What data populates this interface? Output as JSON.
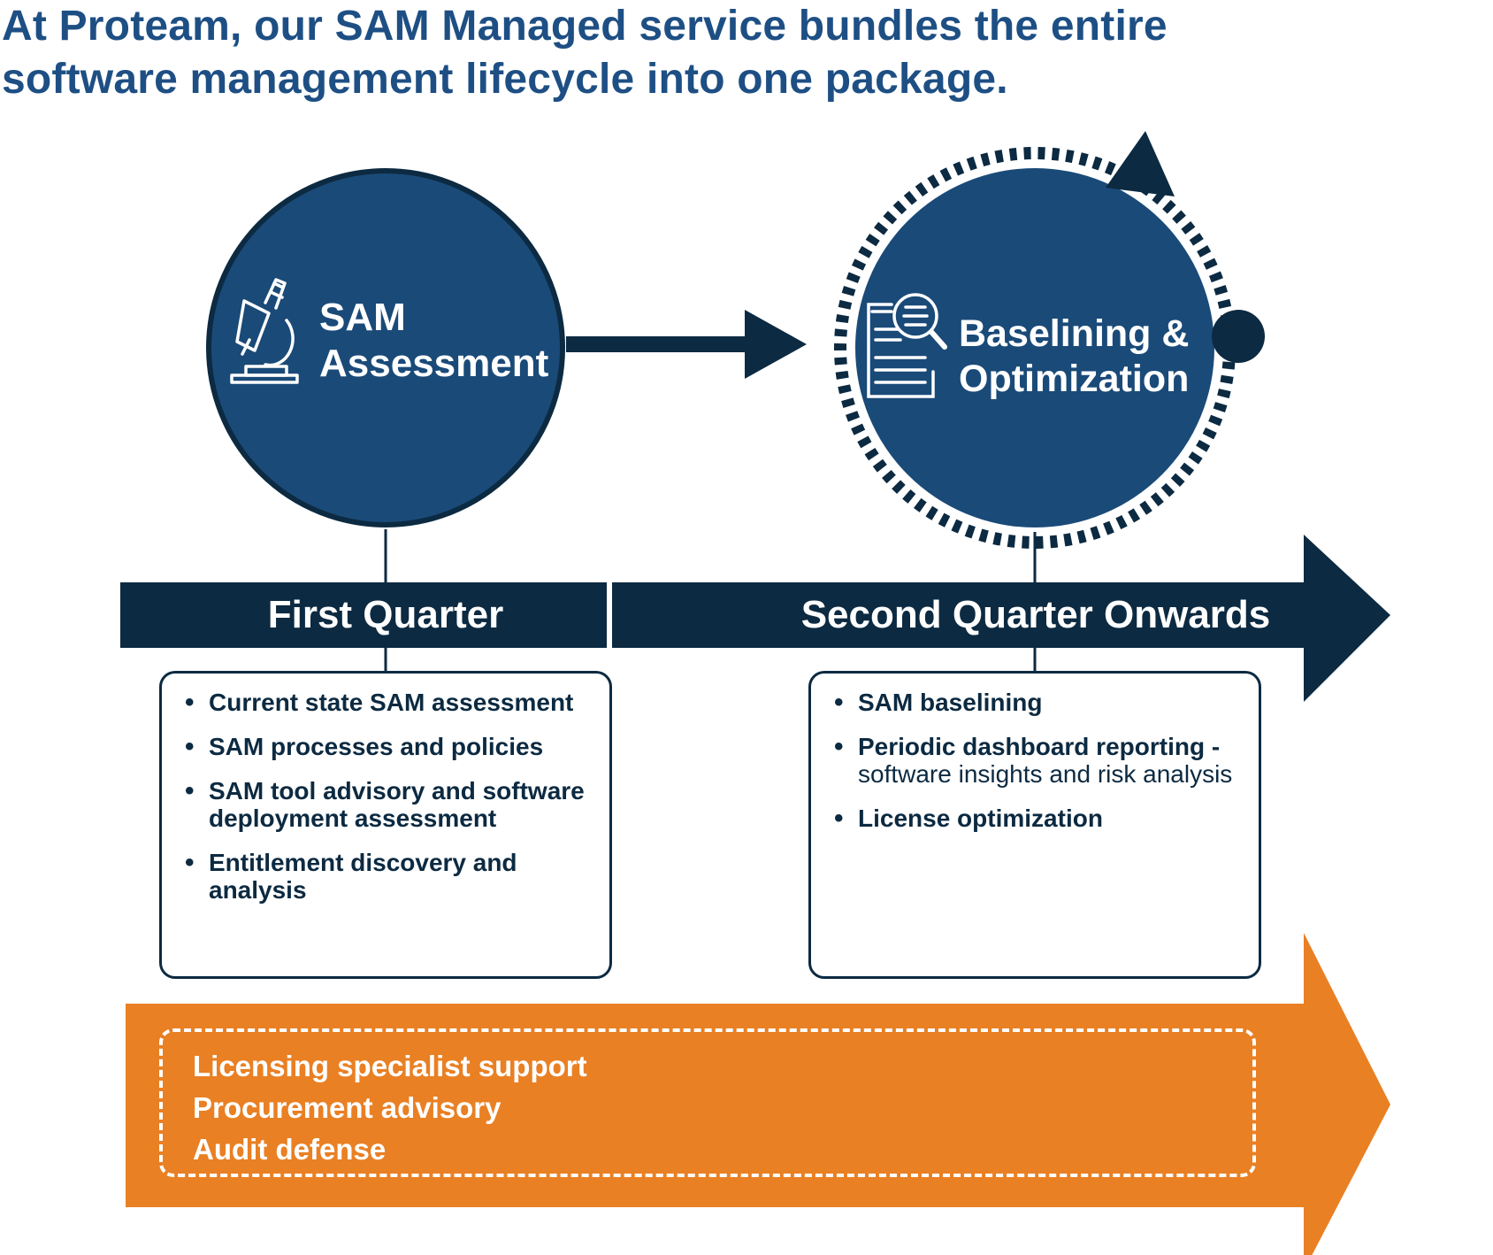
{
  "headline": {
    "line1": "At Proteam, our SAM Managed service bundles the entire",
    "line2": "software management lifecycle into one package."
  },
  "stages": {
    "assessment": {
      "title_line1": "SAM",
      "title_line2": "Assessment",
      "icon": "microscope-icon"
    },
    "baselining": {
      "title_line1": "Baselining &",
      "title_line2": "Optimization",
      "icon": "document-magnifier-icon"
    }
  },
  "timeline": {
    "first": "First Quarter",
    "second": "Second Quarter Onwards"
  },
  "first_quarter_items": [
    {
      "bold": "Current state SAM assessment",
      "normal": ""
    },
    {
      "bold": "SAM processes and policies",
      "normal": ""
    },
    {
      "bold": "SAM tool advisory and software deployment assessment",
      "normal": ""
    },
    {
      "bold": "Entitlement discovery and analysis",
      "normal": ""
    }
  ],
  "second_quarter_items": [
    {
      "bold": "SAM baselining",
      "normal": ""
    },
    {
      "bold": "Periodic dashboard reporting -",
      "normal": "software insights and risk analysis"
    },
    {
      "bold": "License optimization",
      "normal": ""
    }
  ],
  "ongoing_services": [
    "Licensing specialist support",
    "Procurement advisory",
    "Audit defense"
  ],
  "colors": {
    "navy": "#0c2a41",
    "circle_blue": "#1a4a78",
    "headline_blue": "#1e4f84",
    "orange": "#e98024",
    "white": "#ffffff"
  }
}
